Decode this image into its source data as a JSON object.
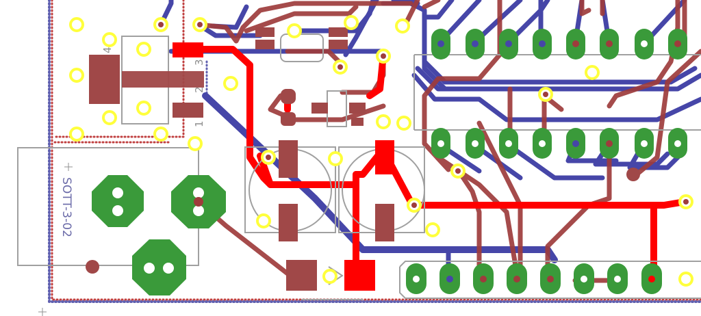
{
  "view": {
    "name": "pcb-layout-view"
  },
  "labels": {
    "connector_part": "SOTT-3-02",
    "regulator_pins": [
      "4",
      "3",
      "2",
      "1"
    ]
  },
  "layer_colors": {
    "top_copper": "#ff0000",
    "bottom_copper": "#4646a8",
    "top_copper_dim": "#9e3c3c",
    "silkscreen": "#a0a0a0",
    "pads": "#3a9a3a",
    "vias": "#ffff3c",
    "dimension": "#7070a0"
  }
}
